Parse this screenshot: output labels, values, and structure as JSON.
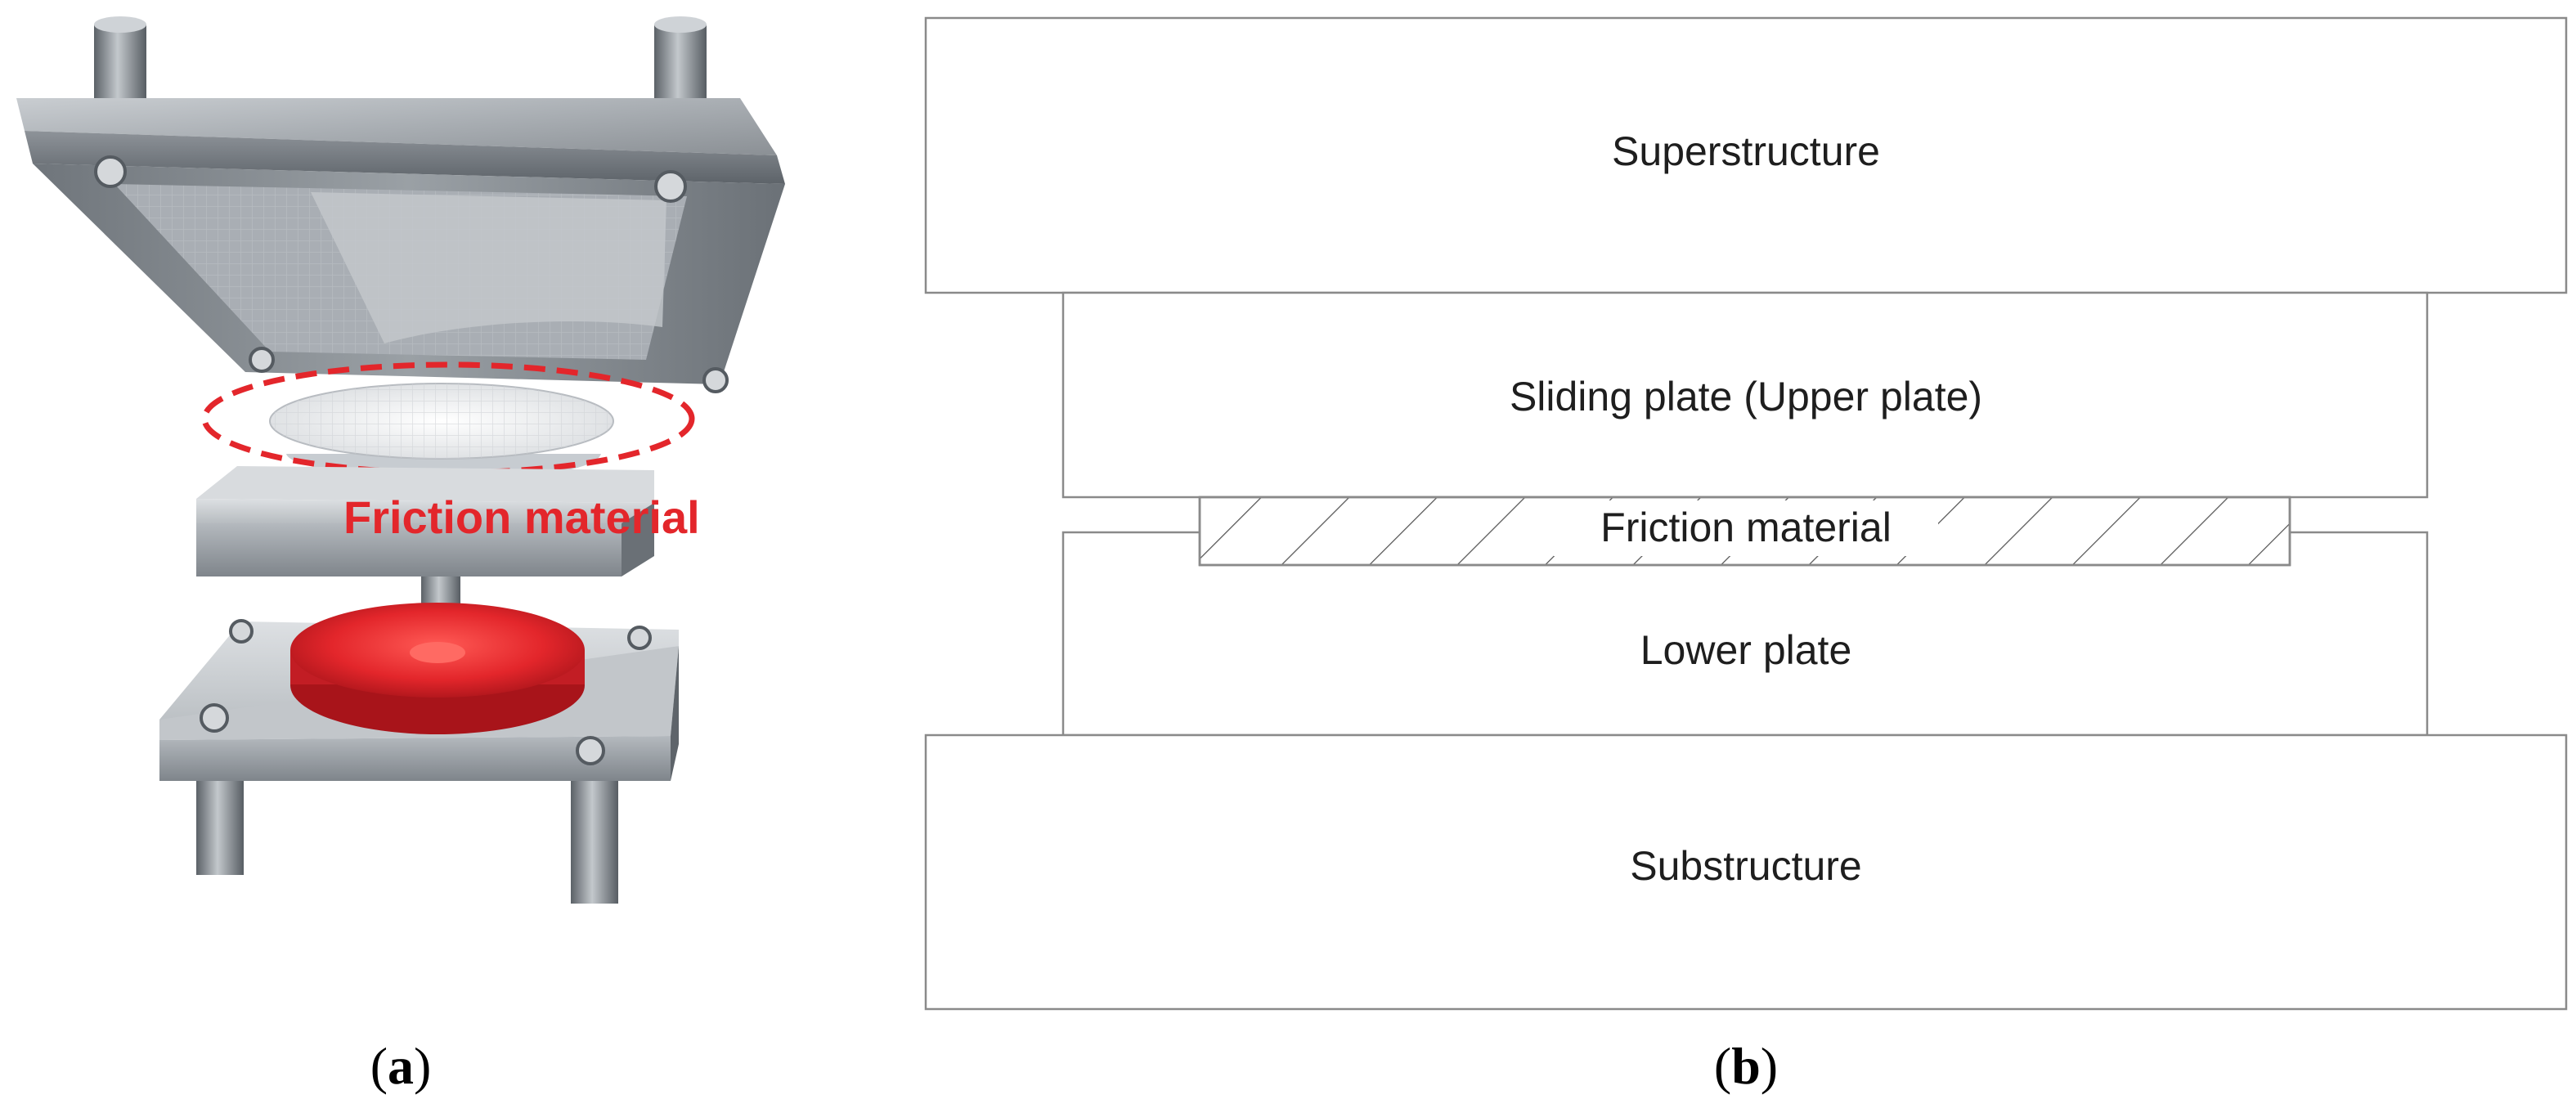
{
  "panel_a": {
    "callout_label": "Friction material",
    "caption_letter": "a",
    "colors": {
      "steel": "#9ea4aa",
      "steel_dark": "#5c6268",
      "red_callout": "#e3262b",
      "red_disc": "#d9222a"
    }
  },
  "panel_b": {
    "layers": {
      "superstructure": "Superstructure",
      "sliding_plate": "Sliding plate (Upper plate)",
      "friction_material": "Friction material",
      "lower_plate": "Lower plate",
      "substructure": "Substructure"
    },
    "caption_letter": "b"
  }
}
